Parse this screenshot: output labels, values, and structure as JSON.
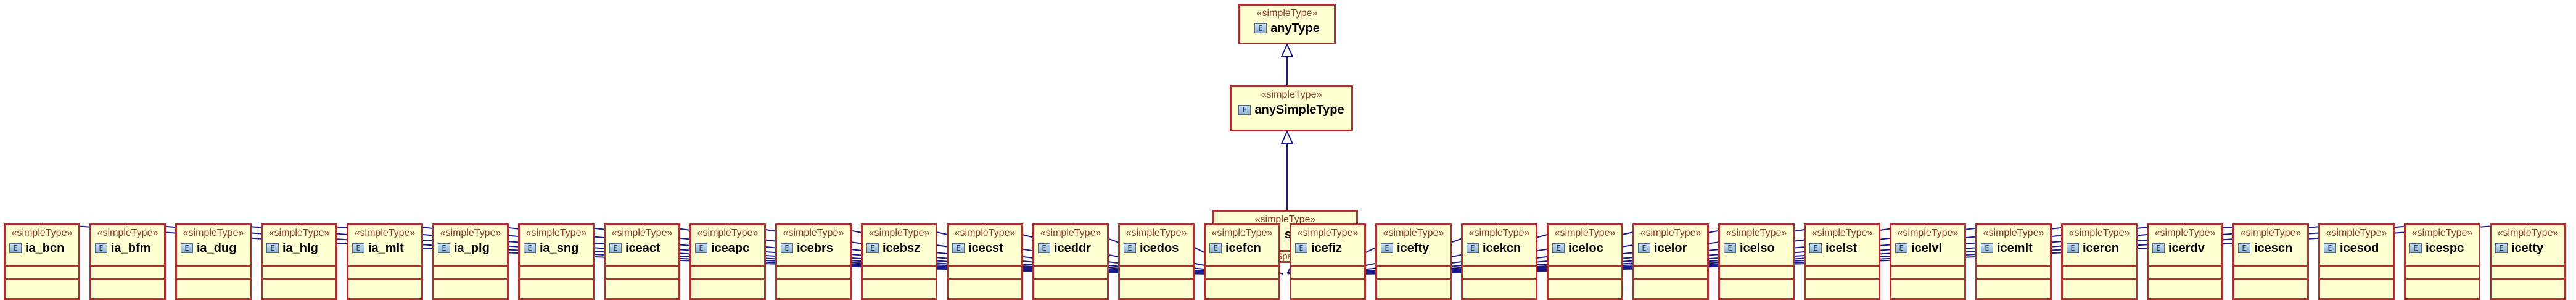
{
  "stereotype": "«simpleType»",
  "icon_glyph": "E",
  "colors": {
    "box_fill": "#fefed0",
    "box_border": "#a83232",
    "stereotype_text": "#8b3a2a",
    "arrow": "#1a1a8a"
  },
  "top_types": [
    {
      "stereotype": "«simpleType»",
      "name": "anyType"
    },
    {
      "stereotype": "«simpleType»",
      "name": "anySimpleType"
    },
    {
      "stereotype": "«simpleType»",
      "name": "string",
      "facet": "«facet» whiteSpace = preserve"
    }
  ],
  "leaf_types": [
    {
      "stereotype": "«simpleType»",
      "name": "ia_bcn"
    },
    {
      "stereotype": "«simpleType»",
      "name": "ia_bfm"
    },
    {
      "stereotype": "«simpleType»",
      "name": "ia_dug"
    },
    {
      "stereotype": "«simpleType»",
      "name": "ia_hlg"
    },
    {
      "stereotype": "«simpleType»",
      "name": "ia_mlt"
    },
    {
      "stereotype": "«simpleType»",
      "name": "ia_plg"
    },
    {
      "stereotype": "«simpleType»",
      "name": "ia_sng"
    },
    {
      "stereotype": "«simpleType»",
      "name": "iceact"
    },
    {
      "stereotype": "«simpleType»",
      "name": "iceapc"
    },
    {
      "stereotype": "«simpleType»",
      "name": "icebrs"
    },
    {
      "stereotype": "«simpleType»",
      "name": "icebsz"
    },
    {
      "stereotype": "«simpleType»",
      "name": "icecst"
    },
    {
      "stereotype": "«simpleType»",
      "name": "iceddr"
    },
    {
      "stereotype": "«simpleType»",
      "name": "icedos"
    },
    {
      "stereotype": "«simpleType»",
      "name": "icefcn"
    },
    {
      "stereotype": "«simpleType»",
      "name": "icefiz"
    },
    {
      "stereotype": "«simpleType»",
      "name": "icefty"
    },
    {
      "stereotype": "«simpleType»",
      "name": "icekcn"
    },
    {
      "stereotype": "«simpleType»",
      "name": "iceloc"
    },
    {
      "stereotype": "«simpleType»",
      "name": "icelor"
    },
    {
      "stereotype": "«simpleType»",
      "name": "icelso"
    },
    {
      "stereotype": "«simpleType»",
      "name": "icelst"
    },
    {
      "stereotype": "«simpleType»",
      "name": "icelvl"
    },
    {
      "stereotype": "«simpleType»",
      "name": "icemlt"
    },
    {
      "stereotype": "«simpleType»",
      "name": "icercn"
    },
    {
      "stereotype": "«simpleType»",
      "name": "icerdv"
    },
    {
      "stereotype": "«simpleType»",
      "name": "icescn"
    },
    {
      "stereotype": "«simpleType»",
      "name": "icesod"
    },
    {
      "stereotype": "«simpleType»",
      "name": "icespc"
    },
    {
      "stereotype": "«simpleType»",
      "name": "icetty"
    }
  ]
}
